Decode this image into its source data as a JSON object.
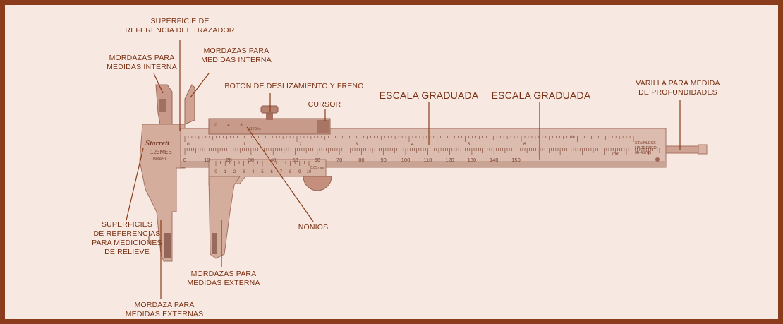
{
  "colors": {
    "frame": "#8a3c1c",
    "background": "#f7e9e1",
    "metal": "#d7b2a2",
    "metal_dark": "#b98878",
    "label": "#7a2f12",
    "leader_line": "#8a3c1c"
  },
  "caliper": {
    "brand": "Starrett",
    "model": "125MEB",
    "origin": "BRASIL",
    "maker_note": [
      "STAINLESS",
      "HARDENED",
      "05-45785"
    ],
    "unit_inch": "in",
    "unit_mm": "mm",
    "inch_scale_labels": [
      "0",
      "1",
      "2",
      "3",
      "4",
      "5",
      "6"
    ],
    "mm_scale_labels": [
      "0",
      "10",
      "20",
      "30",
      "40",
      "50",
      "60",
      "70",
      "80",
      "90",
      "100",
      "110",
      "120",
      "130",
      "140",
      "150"
    ],
    "vernier_mm_labels": [
      "0",
      "1",
      "2",
      "3",
      "4",
      "5",
      "6",
      "7",
      "8",
      "9",
      "10"
    ],
    "vernier_mm_note": "0.05 mm",
    "vernier_in_labels": [
      "0",
      "4",
      "8"
    ],
    "vernier_in_note": "1/128 in"
  },
  "labels": {
    "superficie_trazador": [
      "SUPERFICIE DE",
      "REFERENCIA DEL TRAZADOR"
    ],
    "mordazas_interna_1": [
      "MORDAZAS PARA",
      "MEDIDAS INTERNA"
    ],
    "mordazas_interna_2": [
      "MORDAZAS PARA",
      "MEDIDAS INTERNA"
    ],
    "boton": [
      "BOTON DE DESLIZAMIENTO Y FRENO"
    ],
    "cursor": [
      "CURSOR"
    ],
    "escala_1": [
      "ESCALA GRADUADA"
    ],
    "escala_2": [
      "ESCALA GRADUADA"
    ],
    "varilla": [
      "VARILLA PARA MEDIDA",
      "DE PROFUNDIDADES"
    ],
    "superficies_relieve": [
      "SUPERFICIES",
      "DE REFERENCIAS",
      "PARA MEDICIONES",
      "DE RELIEVE"
    ],
    "nonios": [
      "NONIOS"
    ],
    "mordazas_externa": [
      "MORDAZAS PARA",
      "MEDIDAS EXTERNA"
    ],
    "mordaza_externas": [
      "MORDAZA PARA",
      "MEDIDAS EXTERNAS"
    ]
  }
}
